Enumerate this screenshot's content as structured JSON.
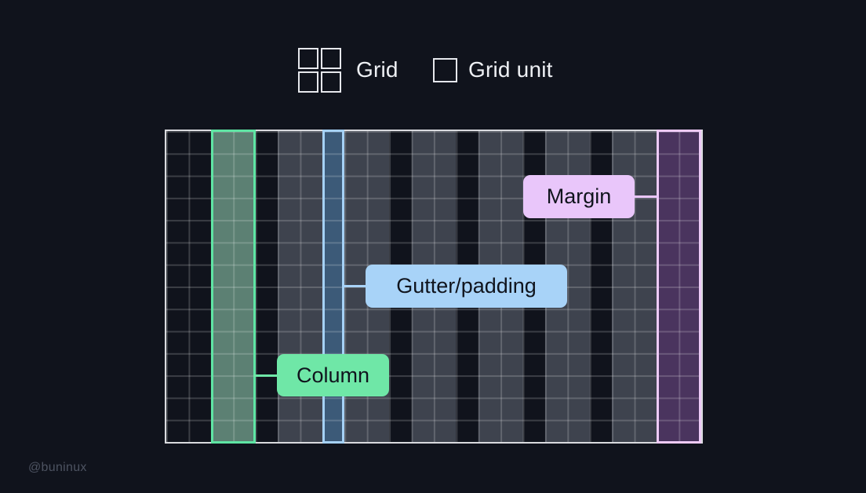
{
  "page": {
    "background": "#10131c",
    "watermark": "@buninux"
  },
  "legend": {
    "grid_label": "Grid",
    "grid_unit_label": "Grid unit"
  },
  "labels": {
    "margin": "Margin",
    "gutter": "Gutter/padding",
    "column": "Column"
  },
  "colors": {
    "background": "#10131c",
    "outer_border": "#d9dade",
    "grid_line": "rgba(255,255,255,0.18)",
    "legend_icon": "#e6e7ec",
    "legend_text": "#eef0f4",
    "pill_text": "#10141d",
    "watermark_text": "#4d5361",
    "fills": {
      "gray": "#3e434e",
      "green": "#5c8073",
      "blue": "#3c5a78",
      "purple": "#4a345e"
    },
    "highlights": {
      "green": "#5fe5a4",
      "blue": "#a5d1f6",
      "purple": "#eecaf8"
    },
    "pills": {
      "margin": "#e9c6fa",
      "gutter": "#a8d3f8",
      "column": "#6fe7a7"
    }
  },
  "grid": {
    "columns_cells": 24,
    "rows_cells": 14,
    "stripes": [
      {
        "name": "left-margin",
        "role": "margin",
        "start": 0,
        "span": 2,
        "fill": null,
        "highlight": null
      },
      {
        "name": "column-1",
        "role": "column",
        "start": 2,
        "span": 2,
        "fill": "green",
        "highlight": "green"
      },
      {
        "name": "gutter-1",
        "role": "gutter",
        "start": 4,
        "span": 1,
        "fill": null,
        "highlight": null
      },
      {
        "name": "column-2",
        "role": "column",
        "start": 5,
        "span": 2,
        "fill": "gray",
        "highlight": null
      },
      {
        "name": "gutter-2",
        "role": "gutter",
        "start": 7,
        "span": 1,
        "fill": "blue",
        "highlight": "blue"
      },
      {
        "name": "column-3",
        "role": "column",
        "start": 8,
        "span": 2,
        "fill": "gray",
        "highlight": null
      },
      {
        "name": "gutter-3",
        "role": "gutter",
        "start": 10,
        "span": 1,
        "fill": null,
        "highlight": null
      },
      {
        "name": "column-4",
        "role": "column",
        "start": 11,
        "span": 2,
        "fill": "gray",
        "highlight": null
      },
      {
        "name": "gutter-4",
        "role": "gutter",
        "start": 13,
        "span": 1,
        "fill": null,
        "highlight": null
      },
      {
        "name": "column-5",
        "role": "column",
        "start": 14,
        "span": 2,
        "fill": "gray",
        "highlight": null
      },
      {
        "name": "gutter-5",
        "role": "gutter",
        "start": 16,
        "span": 1,
        "fill": null,
        "highlight": null
      },
      {
        "name": "column-6",
        "role": "column",
        "start": 17,
        "span": 2,
        "fill": "gray",
        "highlight": null
      },
      {
        "name": "gutter-6",
        "role": "gutter",
        "start": 19,
        "span": 1,
        "fill": null,
        "highlight": null
      },
      {
        "name": "column-7",
        "role": "column",
        "start": 20,
        "span": 2,
        "fill": "gray",
        "highlight": null
      },
      {
        "name": "right-margin",
        "role": "margin",
        "start": 22,
        "span": 2,
        "fill": "purple",
        "highlight": "purple"
      }
    ]
  }
}
